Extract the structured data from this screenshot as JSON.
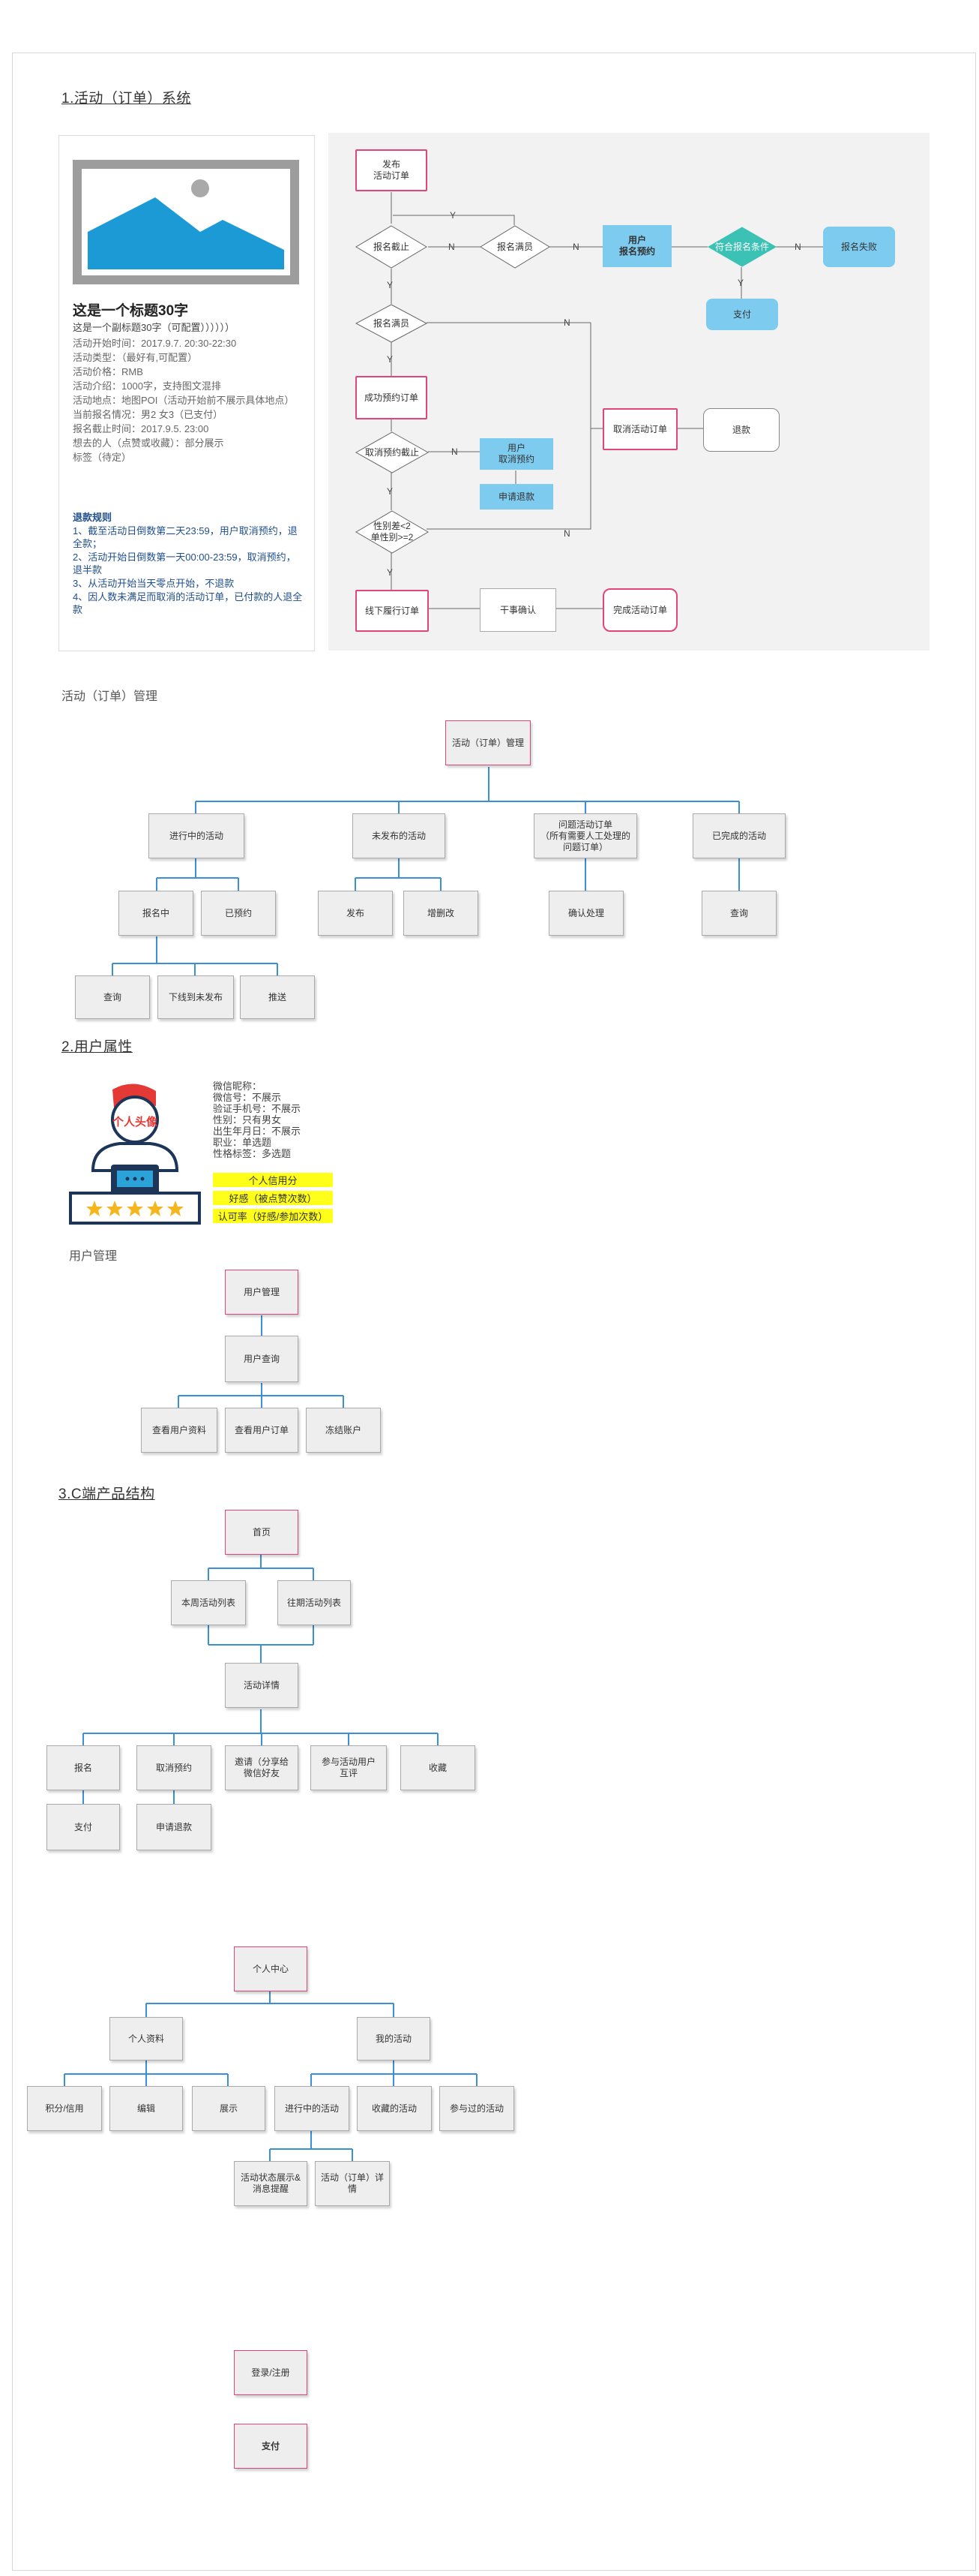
{
  "sections": {
    "s1_title": "1.活动（订单）系统",
    "s1_sub": "活动（订单）管理",
    "s2_title": "2.用户属性",
    "s2_sub": "用户管理",
    "s3_title": "3.C端产品结构"
  },
  "card": {
    "title": "这是一个标题30字",
    "lines": [
      "这是一个副标题30字（可配置））））））",
      "活动开始时间：2017.9.7. 20:30-22:30",
      "活动类型：（最好有,可配置）",
      "活动价格：RMB",
      "活动介绍：1000字，支持图文混排",
      "活动地点：地图POI（活动开始前不展示具体地点）",
      "当前报名情况：男2  女3（已支付）",
      "报名截止时间：2017.9.5. 23:00",
      "想去的人（点赞或收藏）：部分展示",
      "标签（待定）"
    ],
    "refund_title": "退款规则",
    "refund_rules": [
      "1、截至活动日倒数第二天23:59，用户取消预约，退全款；",
      "2、活动开始日倒数第一天00:00-23:59，取消预约，退半款",
      "3、从活动开始当天零点开始，不退款",
      "4、因人数未满足而取消的活动订单，已付款的人退全款"
    ]
  },
  "flow": {
    "publish": "发布\n活动订单",
    "deadline": "报名截止",
    "full": "报名满员",
    "user_reserve": "用户\n报名预约",
    "meet_cond": "符合报名条件",
    "fail": "报名失败",
    "pay": "支付",
    "full2": "报名满员",
    "success": "成功预约订单",
    "cancel_deadline": "取消预约截止",
    "user_cancel": "用户\n取消预约",
    "apply_refund": "申请退款",
    "gender": "性别差<2\n单性别>=2",
    "cancel_order": "取消活动订单",
    "refund": "退款",
    "offline": "线下履行订单",
    "confirm": "干事确认",
    "complete": "完成活动订单",
    "y": "Y",
    "n": "N"
  },
  "tree1": {
    "root": "活动（订单）管理",
    "l1": [
      "进行中的活动",
      "未发布的活动",
      "问题活动订单\n（所有需要人工处理的\n问题订单）",
      "已完成的活动"
    ],
    "l2a": [
      "报名中",
      "已预约"
    ],
    "l2b": [
      "发布",
      "增删改"
    ],
    "l2c": [
      "确认处理"
    ],
    "l2d": [
      "查询"
    ],
    "l3": [
      "查询",
      "下线到未发布",
      "推送"
    ]
  },
  "user": {
    "avatar_label": "个人头像",
    "attrs": [
      "微信昵称：",
      "微信号：不展示",
      "验证手机号：不展示",
      "性别：只有男女",
      "出生年月日：不展示",
      "职业：单选题",
      "性格标签：多选题"
    ],
    "highlights": [
      "个人信用分",
      "好感（被点赞次数）",
      "认可率（好感/参加次数）"
    ]
  },
  "tree2": {
    "root": "用户管理",
    "mid": "用户查询",
    "leaves": [
      "查看用户资料",
      "查看用户订单",
      "冻结账户"
    ]
  },
  "tree3": {
    "root": "首页",
    "l1": [
      "本周活动列表",
      "往期活动列表"
    ],
    "detail": "活动详情",
    "l2": [
      "报名",
      "取消预约",
      "邀请（分享给\n微信好友",
      "参与活动用户\n互评",
      "收藏"
    ],
    "l3": [
      "支付",
      "申请退款"
    ]
  },
  "tree4": {
    "root": "个人中心",
    "l1": [
      "个人资料",
      "我的活动"
    ],
    "l2a": [
      "积分/信用",
      "编辑",
      "展示"
    ],
    "l2b": [
      "进行中的活动",
      "收藏的活动",
      "参与过的活动"
    ],
    "l3": [
      "活动状态展示&\n消息提醒",
      "活动（订单）详\n情"
    ]
  },
  "standalone": {
    "login": "登录/注册",
    "pay": "支付"
  },
  "colors": {
    "pink": "#e0457b",
    "blue_box": "#7ecbf0",
    "tree_line": "#3b8fd6",
    "highlight": "#ffff1a",
    "rule_text": "#1f4e8c"
  }
}
